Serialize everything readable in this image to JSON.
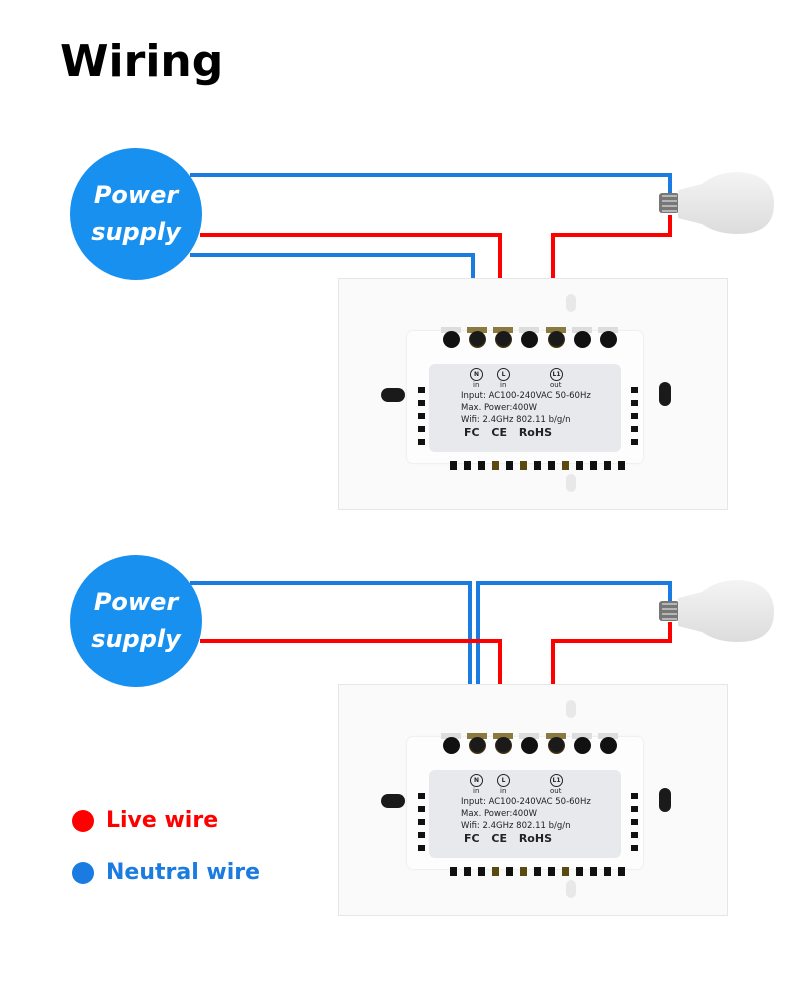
{
  "title": "Wiring",
  "colors": {
    "live": "#ff0000",
    "neutral": "#1a7be0",
    "supply_circle": "#1890f0"
  },
  "diagrams": [
    {
      "power_supply": {
        "line1": "Power",
        "line2": "supply"
      },
      "variant": "with-neutral"
    },
    {
      "power_supply": {
        "line1": "Power",
        "line2": "supply"
      },
      "variant": "neutral-jumped"
    }
  ],
  "switch_label": {
    "terminals": [
      {
        "symbol": "N",
        "role": "in"
      },
      {
        "symbol": "L",
        "role": "in"
      },
      {
        "symbol": "L1",
        "role": "out"
      }
    ],
    "input": "Input: AC100-240VAC 50-60Hz",
    "power": "Max. Power:400W",
    "wifi": "Wifi: 2.4GHz 802.11 b/g/n",
    "certs": "FC  CE  RoHS"
  },
  "legend": [
    {
      "label": "Live wire",
      "color": "#ff0000"
    },
    {
      "label": "Neutral wire",
      "color": "#1a7be0"
    }
  ]
}
